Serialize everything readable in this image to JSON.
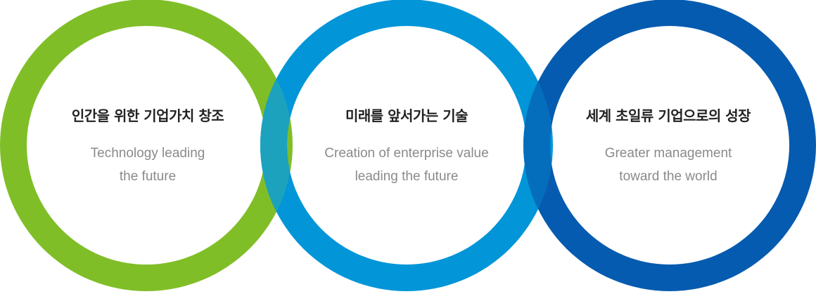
{
  "items": [
    {
      "title": "인간을 위한 기업가치 창조",
      "line1": "Technology leading",
      "line2": "the future",
      "color": "#80BE28"
    },
    {
      "title": "미래를 앞서가는 기술",
      "line1": "Creation of enterprise value",
      "line2": "leading the future",
      "color": "#0295D8"
    },
    {
      "title": "세계 초일류 기업으로의 성장",
      "line1": "Greater management",
      "line2": "toward the world",
      "color": "#055BAF"
    }
  ],
  "overlap_colors": [
    "#1CA2BD",
    "#056EBC"
  ]
}
